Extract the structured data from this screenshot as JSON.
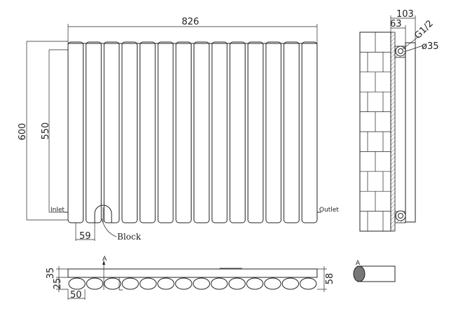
{
  "front": {
    "width": "826",
    "height_total": "600",
    "height_centres": "550",
    "inlet": "Inlet",
    "outlet": "Outlet",
    "pipe_offset": "59",
    "block": "Block",
    "columns": 14
  },
  "side": {
    "depth": "103",
    "wall_gap": "63",
    "thread": "G1/2",
    "pipe_diameter": "ø35"
  },
  "plan": {
    "dim_35": "35",
    "dim_25": "25",
    "dim_50": "50",
    "dim_58": "58",
    "section_mark": "A",
    "elements": 14
  },
  "section": {
    "mark": "A"
  },
  "colors": {
    "line": "#222222",
    "hatch": "#888888",
    "fill_dark": "#777777"
  }
}
